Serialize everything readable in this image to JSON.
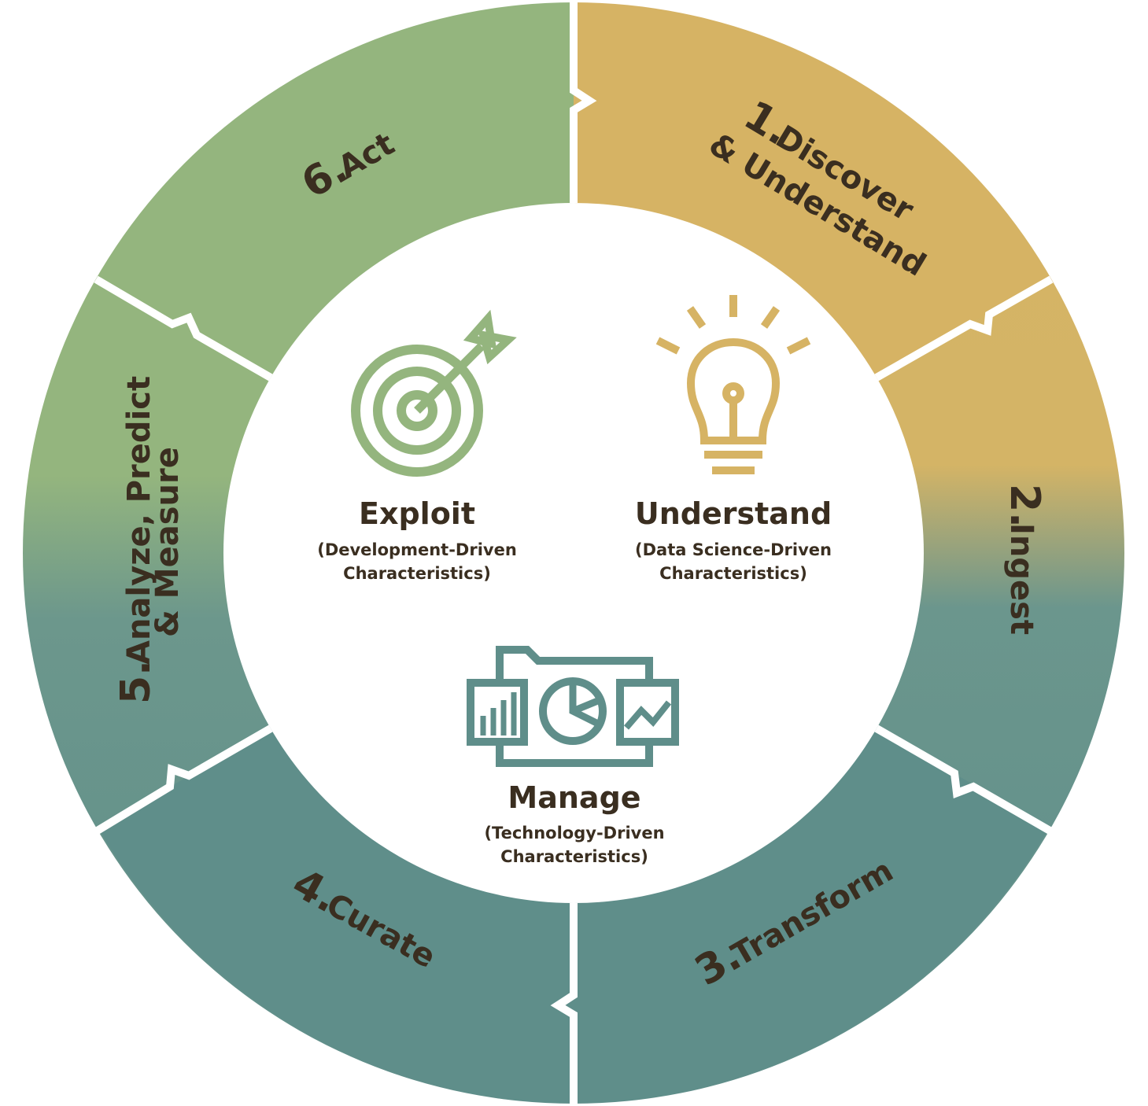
{
  "colors": {
    "gold": "#d6b364",
    "green": "#94b57e",
    "teal": "#5f8e8a",
    "divider": "#ffffff",
    "text": "#3a2e20"
  },
  "segments": [
    {
      "number": "1.",
      "line1": "Discover",
      "line2": "& Understand",
      "color": "gold"
    },
    {
      "number": "2.",
      "line1": "Ingest",
      "line2": "",
      "color": "gold-to-teal"
    },
    {
      "number": "3.",
      "line1": "Transform",
      "line2": "",
      "color": "teal"
    },
    {
      "number": "4.",
      "line1": "Curate",
      "line2": "",
      "color": "teal"
    },
    {
      "number": "5.",
      "line1": "Analyze, Predict",
      "line2": "& Measure",
      "color": "teal-to-green"
    },
    {
      "number": "6.",
      "line1": "Act",
      "line2": "",
      "color": "green"
    }
  ],
  "center": {
    "exploit": {
      "title": "Exploit",
      "sub1": "(Development-Driven",
      "sub2": "Characteristics)",
      "icon": "target-icon"
    },
    "understand": {
      "title": "Understand",
      "sub1": "(Data Science-Driven",
      "sub2": "Characteristics)",
      "icon": "lightbulb-icon"
    },
    "manage": {
      "title": "Manage",
      "sub1": "(Technology-Driven",
      "sub2": "Characteristics)",
      "icon": "dashboard-folder-icon"
    }
  }
}
